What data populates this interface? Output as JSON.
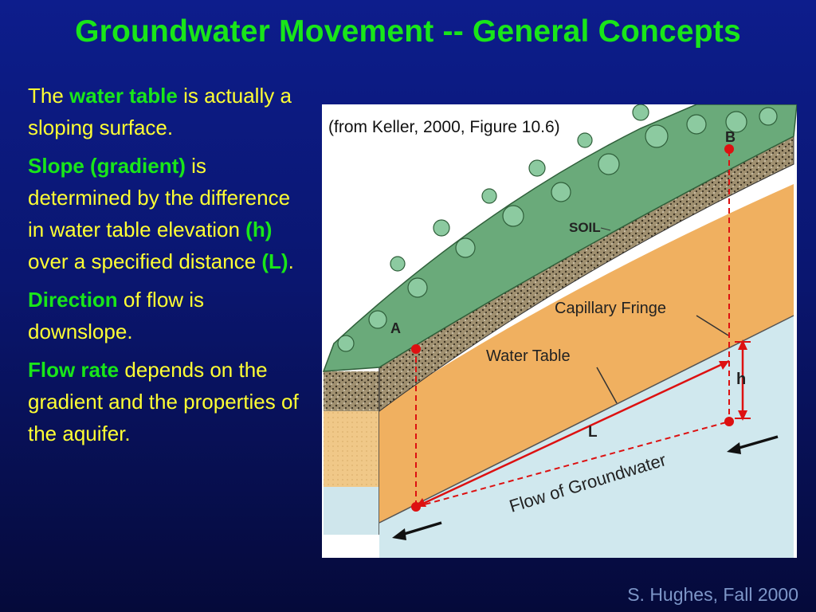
{
  "slide": {
    "title": "Groundwater Movement -- General Concepts",
    "footer": "S. Hughes, Fall 2000"
  },
  "bullets": [
    {
      "pre": "The ",
      "key": "water table",
      "post": " is actually a sloping surface."
    },
    {
      "pre": "",
      "key": "Slope (gradient)",
      "post": " is determined by the difference in water table elevation ",
      "key2": "(h)",
      "post2": " over a specified distance ",
      "key3": "(L)",
      "post3": "."
    },
    {
      "pre": "",
      "key": "Direction",
      "post": " of flow is downslope."
    },
    {
      "pre": "",
      "key": "Flow rate",
      "post": " depends on the gradient and the properties of the aquifer."
    }
  ],
  "figure": {
    "caption": "(from Keller, 2000, Figure 10.6)",
    "labels": {
      "point_a": "A",
      "point_b": "B",
      "soil": "SOIL",
      "capillary_fringe": "Capillary Fringe",
      "water_table": "Water Table",
      "h": "h",
      "l": "L",
      "flow": "Flow of Groundwater"
    },
    "colors": {
      "vegetation": "#6aaa7a",
      "soil": "#8a7a5a",
      "unsaturated": "#f0b060",
      "saturated": "#d0e8ee",
      "marker": "#dd1111"
    }
  }
}
